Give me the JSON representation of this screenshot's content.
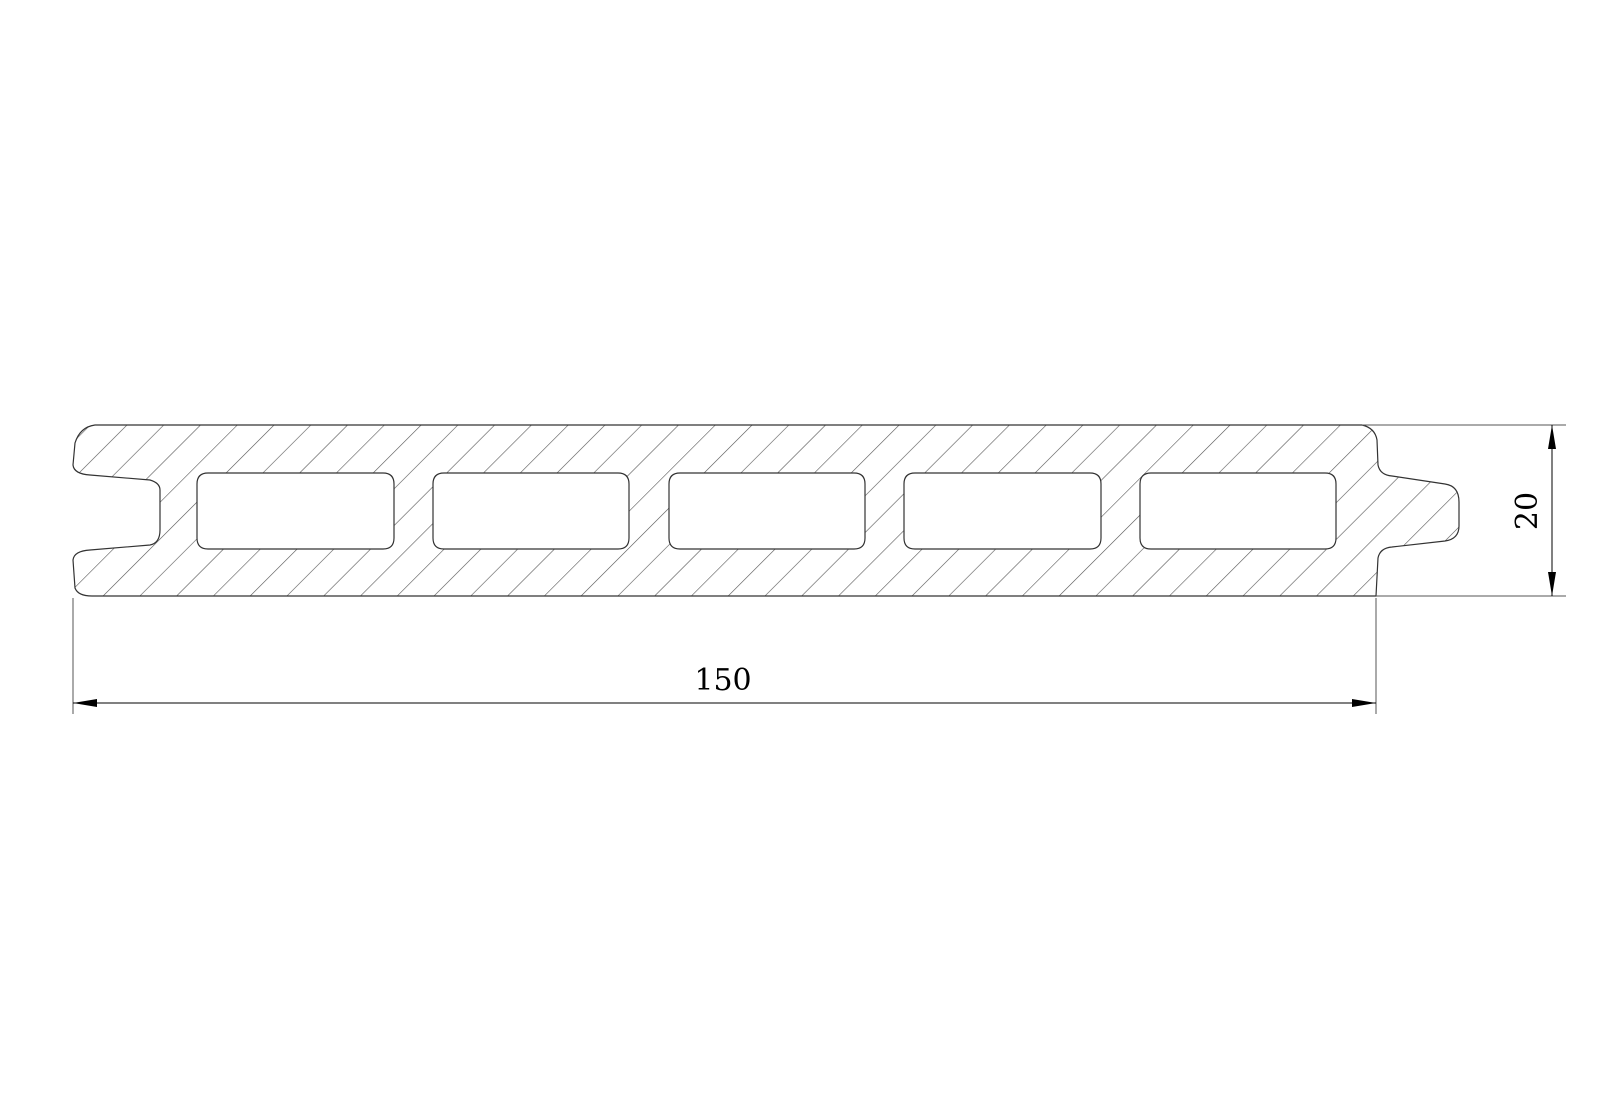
{
  "drawing": {
    "hole_count": 5,
    "line_color": "#333333",
    "hatch_color": "#555555",
    "dimension_color": "#000000",
    "background": "#ffffff"
  },
  "dimensions": {
    "width_label": "150",
    "height_label": "20"
  }
}
